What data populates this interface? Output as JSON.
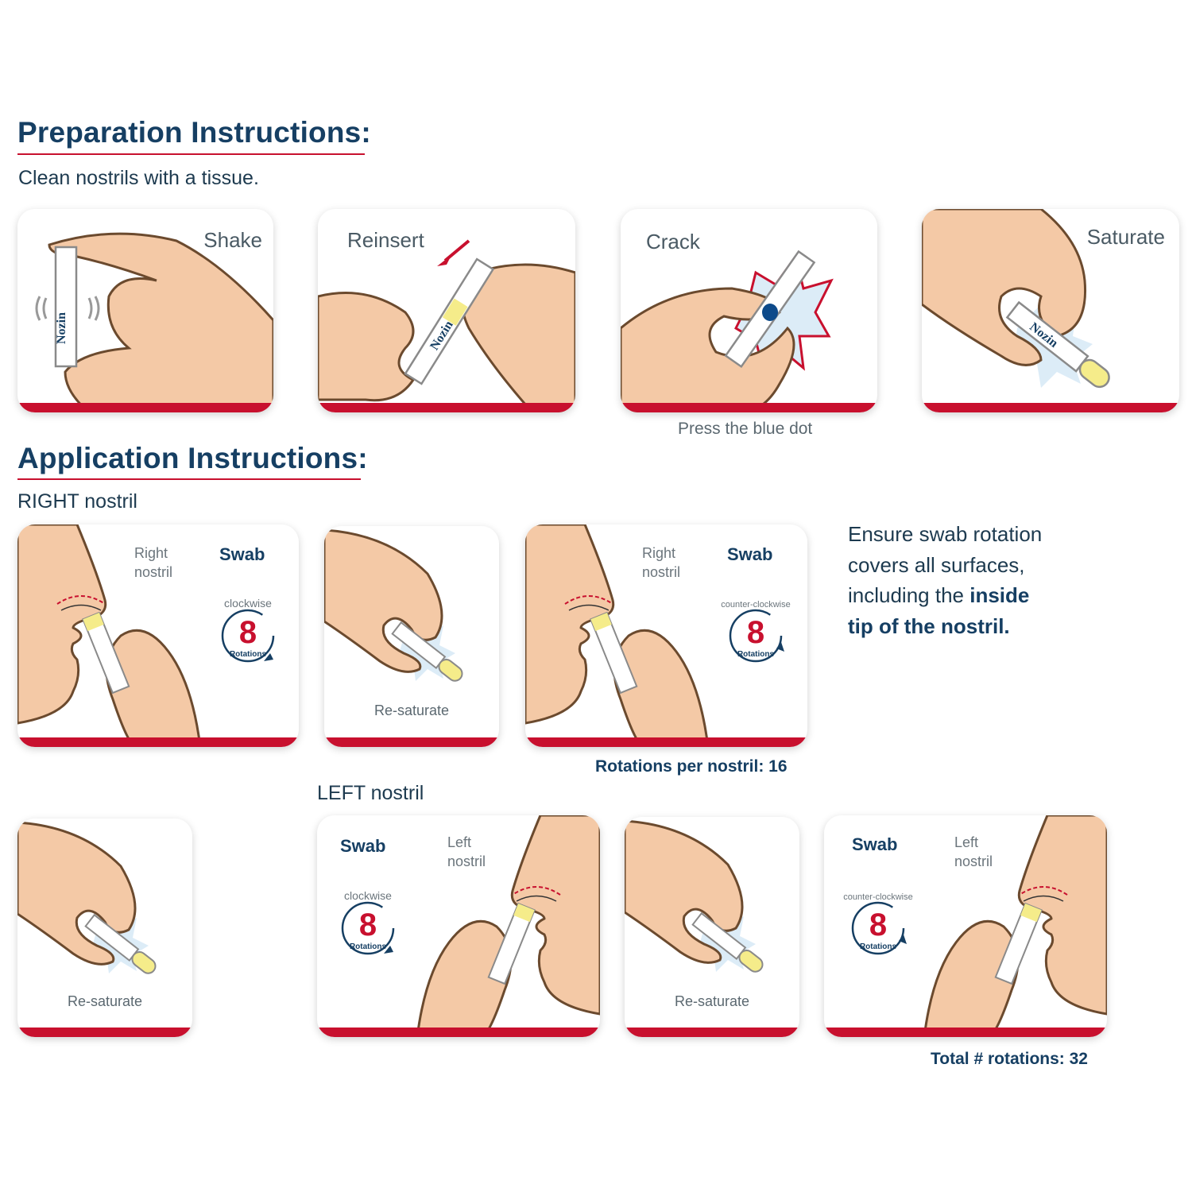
{
  "preparation": {
    "heading": "Preparation Instructions:",
    "subtitle": "Clean nostrils with a tissue.",
    "steps": [
      {
        "label": "Shake",
        "icon": "hand-shaking-swab-tube"
      },
      {
        "label": "Reinsert",
        "icon": "hands-reinserting-swab"
      },
      {
        "label": "Crack",
        "icon": "hand-cracking-ampule",
        "caption": "Press the blue dot"
      },
      {
        "label": "Saturate",
        "icon": "hand-holding-saturated-swab"
      }
    ]
  },
  "application": {
    "heading": "Application Instructions:",
    "right_nostril": {
      "heading": "RIGHT nostril",
      "cards": [
        {
          "title": "Swab",
          "nostril_line1": "Right",
          "nostril_line2": "nostril",
          "direction": "clockwise",
          "count": "8",
          "unit": "Rotations"
        },
        {
          "label": "Re-saturate"
        },
        {
          "title": "Swab",
          "nostril_line1": "Right",
          "nostril_line2": "nostril",
          "direction": "counter-clockwise",
          "count": "8",
          "unit": "Rotations"
        }
      ],
      "summary": "Rotations per nostril: 16"
    },
    "note": {
      "line1": "Ensure swab rotation",
      "line2": "covers all surfaces,",
      "line3_regular": "including the ",
      "line3_bold": "inside",
      "line4_bold": "tip of the nostril."
    },
    "left_nostril": {
      "heading": "LEFT nostril",
      "resaturate_before": {
        "label": "Re-saturate"
      },
      "cards": [
        {
          "title": "Swab",
          "nostril_line1": "Left",
          "nostril_line2": "nostril",
          "direction": "clockwise",
          "count": "8",
          "unit": "Rotations"
        },
        {
          "label": "Re-saturate"
        },
        {
          "title": "Swab",
          "nostril_line1": "Left",
          "nostril_line2": "nostril",
          "direction": "counter-clockwise",
          "count": "8",
          "unit": "Rotations"
        }
      ],
      "summary": "Total # rotations: 32"
    }
  },
  "brand": {
    "product_name": "Nozin"
  },
  "colors": {
    "heading": "#163f63",
    "accent_red": "#c8102e",
    "skin": "#f4c9a6",
    "outline": "#6b4a2e",
    "swab_tip": "#f5ec8a",
    "dot_blue": "#0d4a8a"
  }
}
